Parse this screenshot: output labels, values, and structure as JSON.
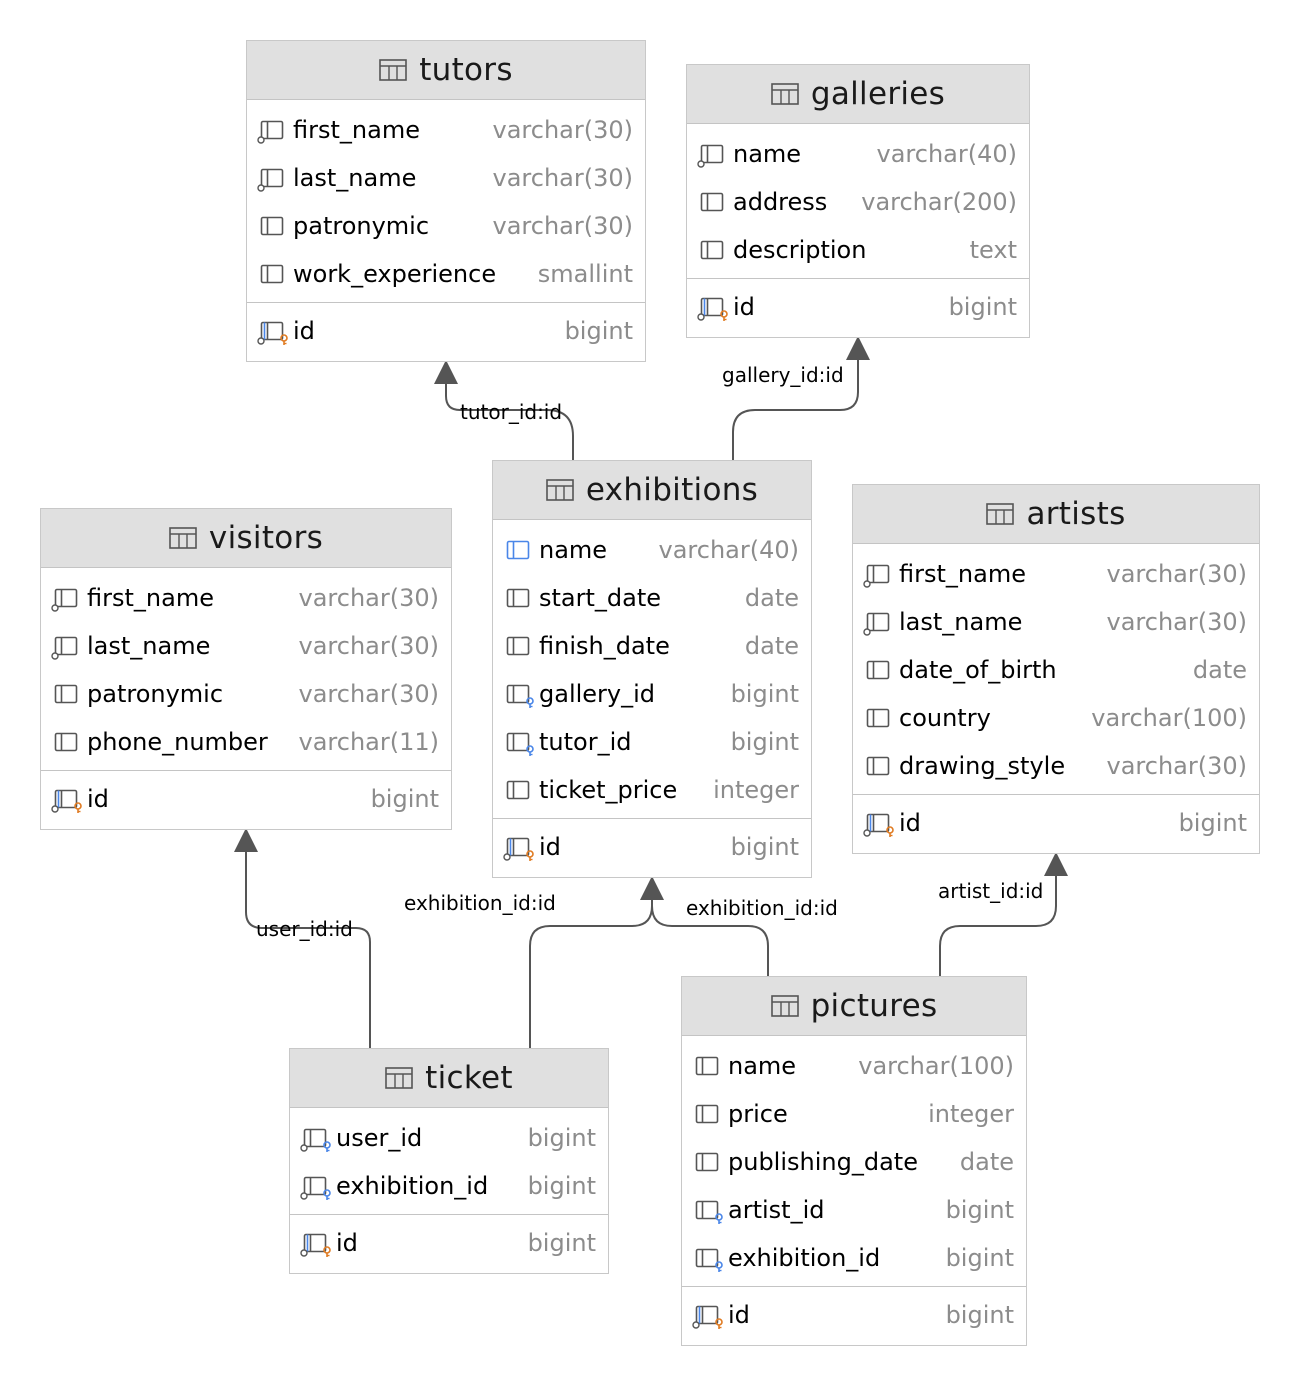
{
  "colors": {
    "header_bg": "#e0e0e0",
    "border": "#c8c8c8",
    "type_text": "#8c8c8c",
    "fk_icon": "#4a86e8",
    "pk_icon": "#e07b22",
    "edge": "#555555"
  },
  "tables": {
    "tutors": {
      "title": "tutors",
      "columns": [
        {
          "name": "first_name",
          "type": "varchar(30)",
          "icon": "column-notnull-icon"
        },
        {
          "name": "last_name",
          "type": "varchar(30)",
          "icon": "column-notnull-icon"
        },
        {
          "name": "patronymic",
          "type": "varchar(30)",
          "icon": "column-icon"
        },
        {
          "name": "work_experience",
          "type": "smallint",
          "icon": "column-icon"
        }
      ],
      "pk": {
        "name": "id",
        "type": "bigint",
        "icon": "primary-key-icon"
      }
    },
    "galleries": {
      "title": "galleries",
      "columns": [
        {
          "name": "name",
          "type": "varchar(40)",
          "icon": "column-notnull-icon"
        },
        {
          "name": "address",
          "type": "varchar(200)",
          "icon": "column-icon"
        },
        {
          "name": "description",
          "type": "text",
          "icon": "column-icon"
        }
      ],
      "pk": {
        "name": "id",
        "type": "bigint",
        "icon": "primary-key-icon"
      }
    },
    "exhibitions": {
      "title": "exhibitions",
      "columns": [
        {
          "name": "name",
          "type": "varchar(40)",
          "icon": "column-unique-icon"
        },
        {
          "name": "start_date",
          "type": "date",
          "icon": "column-icon"
        },
        {
          "name": "finish_date",
          "type": "date",
          "icon": "column-icon"
        },
        {
          "name": "gallery_id",
          "type": "bigint",
          "icon": "foreign-key-icon"
        },
        {
          "name": "tutor_id",
          "type": "bigint",
          "icon": "foreign-key-icon"
        },
        {
          "name": "ticket_price",
          "type": "integer",
          "icon": "column-icon"
        }
      ],
      "pk": {
        "name": "id",
        "type": "bigint",
        "icon": "primary-key-icon"
      }
    },
    "visitors": {
      "title": "visitors",
      "columns": [
        {
          "name": "first_name",
          "type": "varchar(30)",
          "icon": "column-notnull-icon"
        },
        {
          "name": "last_name",
          "type": "varchar(30)",
          "icon": "column-notnull-icon"
        },
        {
          "name": "patronymic",
          "type": "varchar(30)",
          "icon": "column-icon"
        },
        {
          "name": "phone_number",
          "type": "varchar(11)",
          "icon": "column-icon"
        }
      ],
      "pk": {
        "name": "id",
        "type": "bigint",
        "icon": "primary-key-icon"
      }
    },
    "artists": {
      "title": "artists",
      "columns": [
        {
          "name": "first_name",
          "type": "varchar(30)",
          "icon": "column-notnull-icon"
        },
        {
          "name": "last_name",
          "type": "varchar(30)",
          "icon": "column-notnull-icon"
        },
        {
          "name": "date_of_birth",
          "type": "date",
          "icon": "column-icon"
        },
        {
          "name": "country",
          "type": "varchar(100)",
          "icon": "column-icon"
        },
        {
          "name": "drawing_style",
          "type": "varchar(30)",
          "icon": "column-icon"
        }
      ],
      "pk": {
        "name": "id",
        "type": "bigint",
        "icon": "primary-key-icon"
      }
    },
    "ticket": {
      "title": "ticket",
      "columns": [
        {
          "name": "user_id",
          "type": "bigint",
          "icon": "foreign-key-notnull-icon"
        },
        {
          "name": "exhibition_id",
          "type": "bigint",
          "icon": "foreign-key-notnull-icon"
        }
      ],
      "pk": {
        "name": "id",
        "type": "bigint",
        "icon": "primary-key-icon"
      }
    },
    "pictures": {
      "title": "pictures",
      "columns": [
        {
          "name": "name",
          "type": "varchar(100)",
          "icon": "column-icon"
        },
        {
          "name": "price",
          "type": "integer",
          "icon": "column-icon"
        },
        {
          "name": "publishing_date",
          "type": "date",
          "icon": "column-icon"
        },
        {
          "name": "artist_id",
          "type": "bigint",
          "icon": "foreign-key-icon"
        },
        {
          "name": "exhibition_id",
          "type": "bigint",
          "icon": "foreign-key-icon"
        }
      ],
      "pk": {
        "name": "id",
        "type": "bigint",
        "icon": "primary-key-icon"
      }
    }
  },
  "edges": [
    {
      "from": "exhibitions",
      "to": "tutors",
      "label": "tutor_id:id"
    },
    {
      "from": "exhibitions",
      "to": "galleries",
      "label": "gallery_id:id"
    },
    {
      "from": "ticket",
      "to": "visitors",
      "label": "user_id:id"
    },
    {
      "from": "ticket",
      "to": "exhibitions",
      "label": "exhibition_id:id"
    },
    {
      "from": "pictures",
      "to": "exhibitions",
      "label": "exhibition_id:id"
    },
    {
      "from": "pictures",
      "to": "artists",
      "label": "artist_id:id"
    }
  ]
}
